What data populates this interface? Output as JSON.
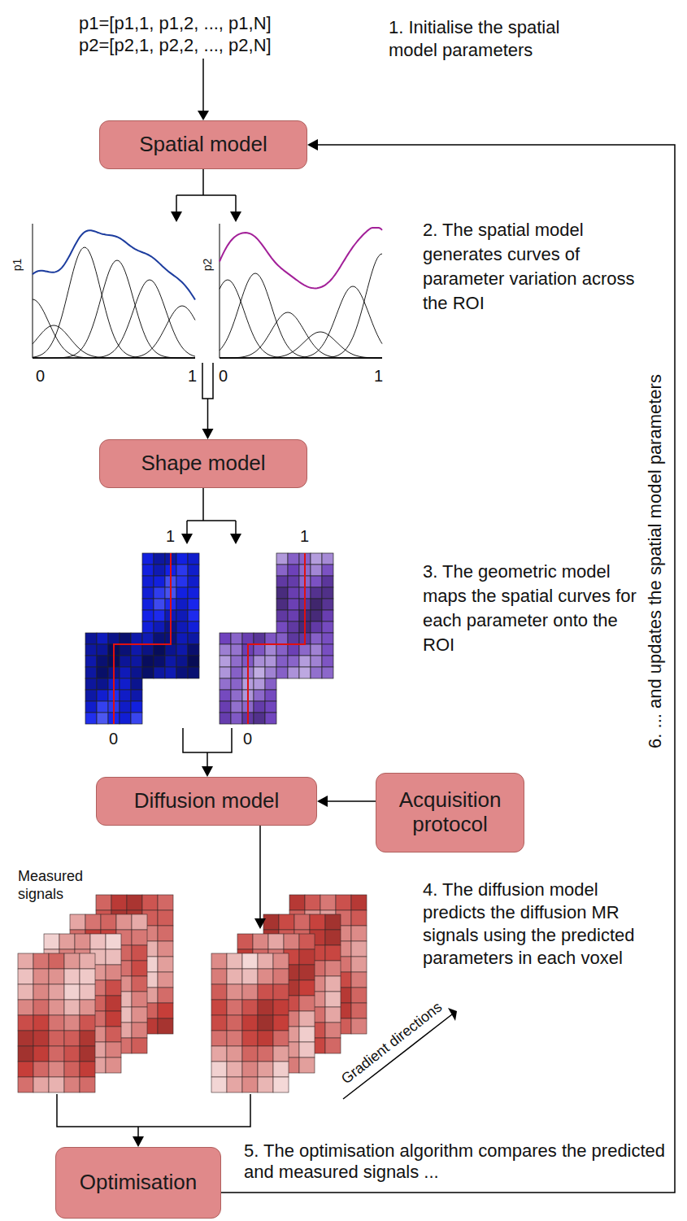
{
  "diagram": {
    "nodes": [
      {
        "text": [
          "Spatial model"
        ]
      },
      {
        "text": [
          "Shape model"
        ]
      },
      {
        "text": [
          "Diffusion model"
        ]
      },
      {
        "text": [
          "Acquisition protocol"
        ]
      },
      {
        "text": [
          "Optimisation"
        ]
      }
    ],
    "edges": [
      {
        "from": 0,
        "to": 1,
        "arrow": "to"
      },
      {
        "from": 1,
        "to": 2,
        "arrow": "to"
      },
      {
        "from": 3,
        "to": 2,
        "arrow": "to"
      },
      {
        "from": 2,
        "to": 4,
        "arrow": "to"
      },
      {
        "from": 4,
        "to": 0,
        "arrow": "to"
      }
    ],
    "labels": [
      "p1=[p1,1, p1,2, ..., p1,N]",
      "p2=[p2,1, p2,2, ..., p2,N]",
      "1. Initialise the spatial model parameters",
      "2. The spatial model generates curves of parameter variation across the ROI",
      "p1",
      "0",
      "1",
      "p2",
      "0",
      "1",
      "3. The geometric model maps the spatial curves for each parameter onto the ROI",
      "1",
      "0",
      "1",
      "0",
      "Measured signals",
      "Gradient directions",
      "4. The diffusion model predicts the diffusion MR signals using the predicted parameters in each voxel",
      "5. The optimisation algorithm compares the predicted and measured signals ...",
      "6. ... and updates the spatial model parameters"
    ]
  }
}
